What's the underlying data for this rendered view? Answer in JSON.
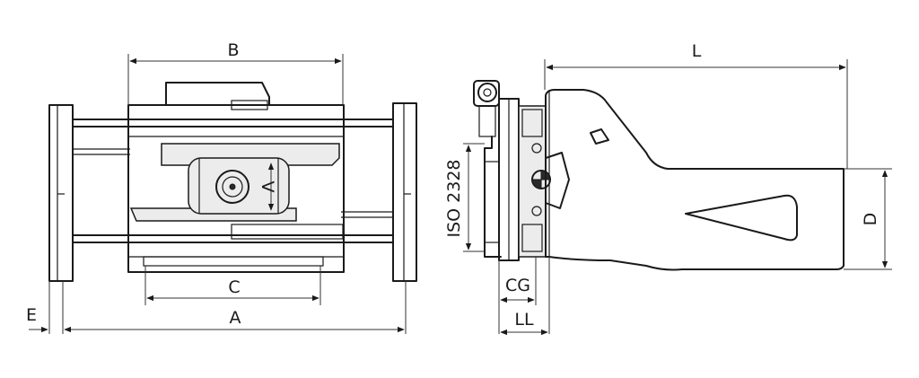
{
  "diagram": {
    "colors": {
      "line": "#1a1a1a",
      "background": "#ffffff",
      "fill": "#ececec"
    },
    "front_view": {
      "labels": {
        "B": "B",
        "V": "V",
        "C": "C",
        "A": "A",
        "E": "E"
      }
    },
    "side_view": {
      "labels": {
        "L": "L",
        "D": "D",
        "CG": "CG",
        "LL": "LL",
        "iso": "ISO 2328"
      }
    }
  }
}
